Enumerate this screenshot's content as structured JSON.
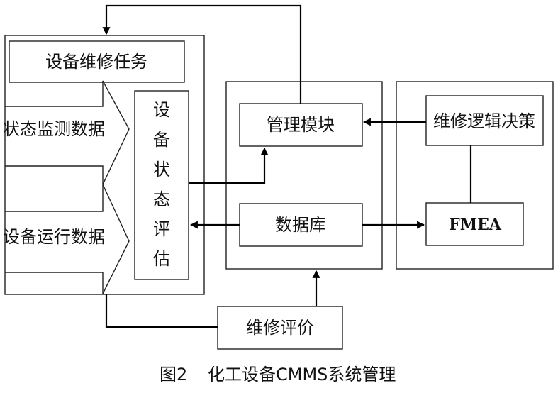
{
  "diagram": {
    "left_group": {
      "task_box": "设备维修任务",
      "condition_arrow": "状态监测数据",
      "operation_arrow": "设备运行数据",
      "assessment_chars": [
        "设",
        "备",
        "状",
        "态",
        "评",
        "估"
      ]
    },
    "middle_group": {
      "management": "管理模块",
      "database": "数据库"
    },
    "right_group": {
      "decision": "维修逻辑决策",
      "fmea": "FMEA"
    },
    "evaluation": "维修评价"
  },
  "caption": {
    "number": "图2",
    "title": "化工设备CMMS系统管理"
  }
}
